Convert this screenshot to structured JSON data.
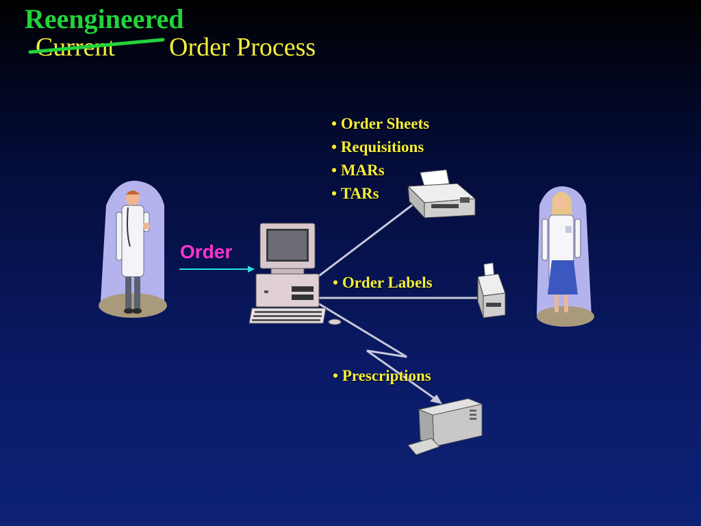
{
  "title": {
    "reengineered": "Reengineered",
    "current": "Current",
    "rest": "Order Process"
  },
  "order_label": "Order",
  "outputs": {
    "printer_documents": [
      "Order Sheets",
      "Requisitions",
      "MARs",
      "TARs"
    ],
    "label_printer_documents": [
      "Order Labels"
    ],
    "laser_printer_documents": [
      "Prescriptions"
    ]
  },
  "colors": {
    "reengineered": "#22d33a",
    "title": "#f3ef3a",
    "bullets": "#f5ee3a",
    "order": "#ff33cc",
    "arrow": "#2ee0e0",
    "lines": "#c8c8d8"
  },
  "icons": {
    "doctor": "male-doctor-icon",
    "nurse": "female-nurse-icon",
    "computer": "desktop-computer-icon",
    "printer1": "dot-matrix-printer-icon",
    "printer2": "label-printer-icon",
    "printer3": "laser-printer-icon"
  }
}
